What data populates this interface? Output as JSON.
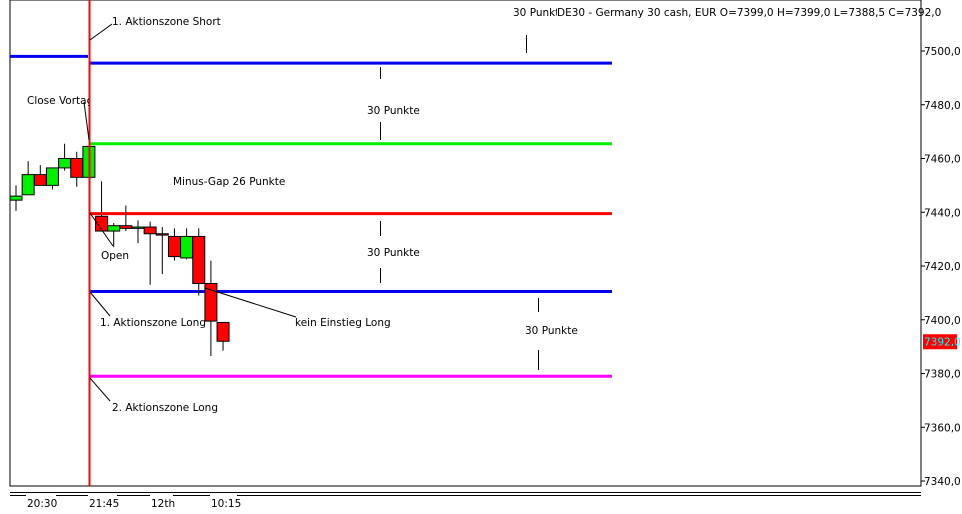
{
  "header": {
    "title": "DE30 - Germany 30 cash, EUR O=7399,0 H=7399,0 L=7388,5 C=7392,0"
  },
  "colors": {
    "up": "#00ee00",
    "down": "#ff0000",
    "blue": "#0000ee",
    "green": "#00ee00",
    "red": "#ff0000",
    "magenta": "#ff00ff",
    "price_tag": "#ff0000",
    "price_tag_text": "#00ffff"
  },
  "y_axis": {
    "ticks": [
      "7500,0",
      "7480,0",
      "7460,0",
      "7440,0",
      "7420,0",
      "7400,0",
      "7380,0",
      "7360,0",
      "7340,0"
    ],
    "tick_values": [
      7500,
      7480,
      7460,
      7440,
      7420,
      7400,
      7380,
      7360,
      7340
    ],
    "current_price": "7392,0",
    "current_value": 7392
  },
  "x_axis": {
    "labels": [
      "20:30",
      "21:45",
      "12th",
      "10:15"
    ]
  },
  "levels": [
    {
      "name": "aktionszone-short",
      "value": 7495.5,
      "prev_value": 7498,
      "color": "#0000ee"
    },
    {
      "name": "close-vortag",
      "value": 7465.5,
      "color": "#00ee00"
    },
    {
      "name": "open",
      "value": 7439.5,
      "color": "#ff0000"
    },
    {
      "name": "aktionszone-long-1",
      "value": 7410.5,
      "color": "#0000ee"
    },
    {
      "name": "aktionszone-long-2",
      "value": 7379,
      "color": "#ff00ff"
    }
  ],
  "annotations": {
    "short_zone": "1. Aktionszone Short",
    "close_prev": "Close Vortag",
    "gap": "Minus-Gap 26 Punkte",
    "open": "Open",
    "long_zone_1": "1. Aktionszone Long",
    "no_entry": "kein Einstieg Long",
    "long_zone_2": "2. Aktionszone Long",
    "points_top": "30 Punkte",
    "points_1": "30 Punkte",
    "points_2": "30 Punkte",
    "points_3": "30 Punkte"
  },
  "candles": [
    {
      "o": 7444.5,
      "h": 7450,
      "l": 7440.5,
      "c": 7446
    },
    {
      "o": 7446.5,
      "h": 7459,
      "l": 7446.5,
      "c": 7454
    },
    {
      "o": 7454,
      "h": 7457.5,
      "l": 7450,
      "c": 7450
    },
    {
      "o": 7450,
      "h": 7456.5,
      "l": 7448.5,
      "c": 7456.5
    },
    {
      "o": 7456.5,
      "h": 7465.5,
      "l": 7455.5,
      "c": 7460
    },
    {
      "o": 7460,
      "h": 7462.5,
      "l": 7449.5,
      "c": 7453
    },
    {
      "o": 7453,
      "h": 7464.5,
      "l": 7453,
      "c": 7464.5
    },
    {
      "o": 7438.5,
      "h": 7451.5,
      "l": 7433,
      "c": 7433
    },
    {
      "o": 7433,
      "h": 7436,
      "l": 7427,
      "c": 7435
    },
    {
      "o": 7435,
      "h": 7442.5,
      "l": 7433,
      "c": 7434
    },
    {
      "o": 7434,
      "h": 7437,
      "l": 7428.5,
      "c": 7434.5
    },
    {
      "o": 7434.5,
      "h": 7436.5,
      "l": 7413,
      "c": 7432
    },
    {
      "o": 7432,
      "h": 7434.5,
      "l": 7417,
      "c": 7431.5
    },
    {
      "o": 7431,
      "h": 7434,
      "l": 7422,
      "c": 7423.5
    },
    {
      "o": 7423,
      "h": 7434,
      "l": 7422.5,
      "c": 7431
    },
    {
      "o": 7431,
      "h": 7434,
      "l": 7409,
      "c": 7413.5
    },
    {
      "o": 7413.5,
      "h": 7422,
      "l": 7386.5,
      "c": 7399.5
    },
    {
      "o": 7399,
      "h": 7399,
      "l": 7388.5,
      "c": 7392
    }
  ]
}
